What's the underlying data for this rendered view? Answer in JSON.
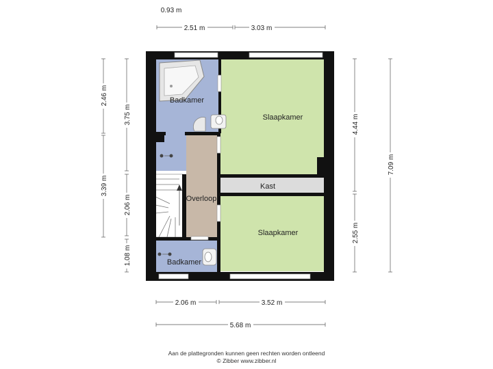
{
  "colors": {
    "wall": "#111111",
    "bathroom": "#a6b5d7",
    "bedroom": "#cfe4ac",
    "hallway": "#c8b8a8",
    "storage": "#dcdcdc",
    "window": "#ffffff",
    "dimension_line": "#555555"
  },
  "rooms": {
    "bathroom_top": "Badkamer",
    "bedroom_top": "Slaapkamer",
    "storage": "Kast",
    "landing": "Overloop",
    "bedroom_bottom": "Slaapkamer",
    "bathroom_bottom": "Badkamer"
  },
  "dimensions": {
    "top_small": "0.93 m",
    "top_left": "2.51 m",
    "top_right": "3.03 m",
    "left_outer_top": "2.46 m",
    "left_outer_bottom": "3.39 m",
    "left_inner_top": "3.75 m",
    "left_inner_middle": "2.06 m",
    "left_inner_bottom": "1.08 m",
    "right_inner_top": "4.44 m",
    "right_inner_bottom": "2.55 m",
    "right_outer": "7.09 m",
    "bottom_left": "2.06 m",
    "bottom_right": "3.52 m",
    "bottom_total": "5.68 m"
  },
  "icons": [
    "bathtub-icon",
    "sink-icon",
    "toilet-icon",
    "stairs-icon",
    "floor-drain-icon"
  ],
  "footer": {
    "disclaimer": "Aan de plattegronden kunnen geen rechten worden ontleend",
    "copyright": "© Zibber www.zibber.nl"
  }
}
